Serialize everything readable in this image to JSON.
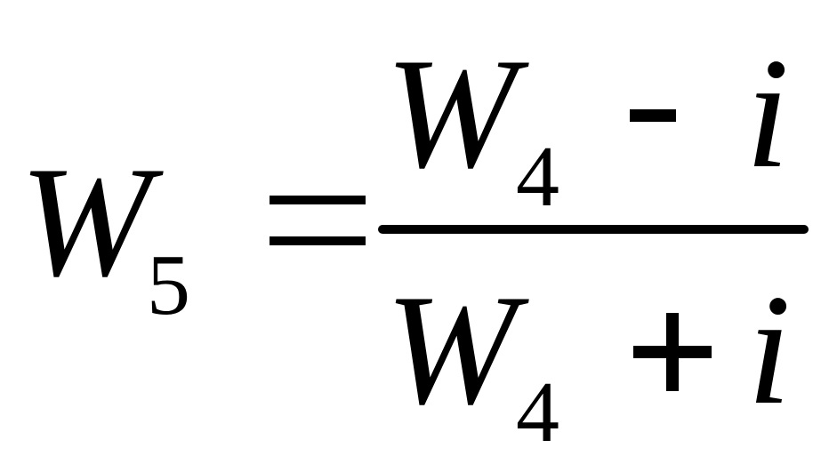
{
  "formula": {
    "lhs": {
      "variable": "W",
      "subscript": "5"
    },
    "equals": "=",
    "numerator": {
      "variable": "W",
      "subscript": "4",
      "operator": "-",
      "term": "i"
    },
    "denominator": {
      "variable": "W",
      "subscript": "4",
      "operator": "+",
      "term": "i"
    }
  }
}
